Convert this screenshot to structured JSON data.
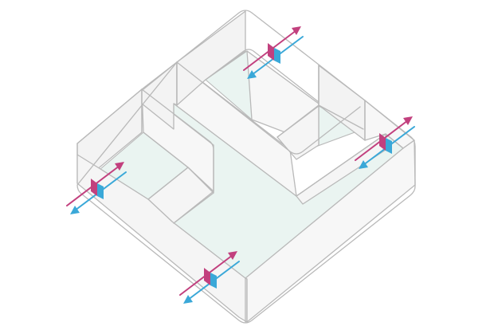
{
  "colors": {
    "background": "#ffffff",
    "wall": "#f4f4f4",
    "wall_outline": "#b9b9b9",
    "floor": "#eaf4f1",
    "arrow_in": "#c2407e",
    "arrow_out": "#3aa8d8"
  },
  "icons": {
    "opening": "flow-opening-icon",
    "inflow": "inflow-arrow-icon",
    "outflow": "outflow-arrow-icon"
  },
  "openings": [
    {
      "id": "top"
    },
    {
      "id": "right"
    },
    {
      "id": "left"
    },
    {
      "id": "bottom"
    }
  ]
}
